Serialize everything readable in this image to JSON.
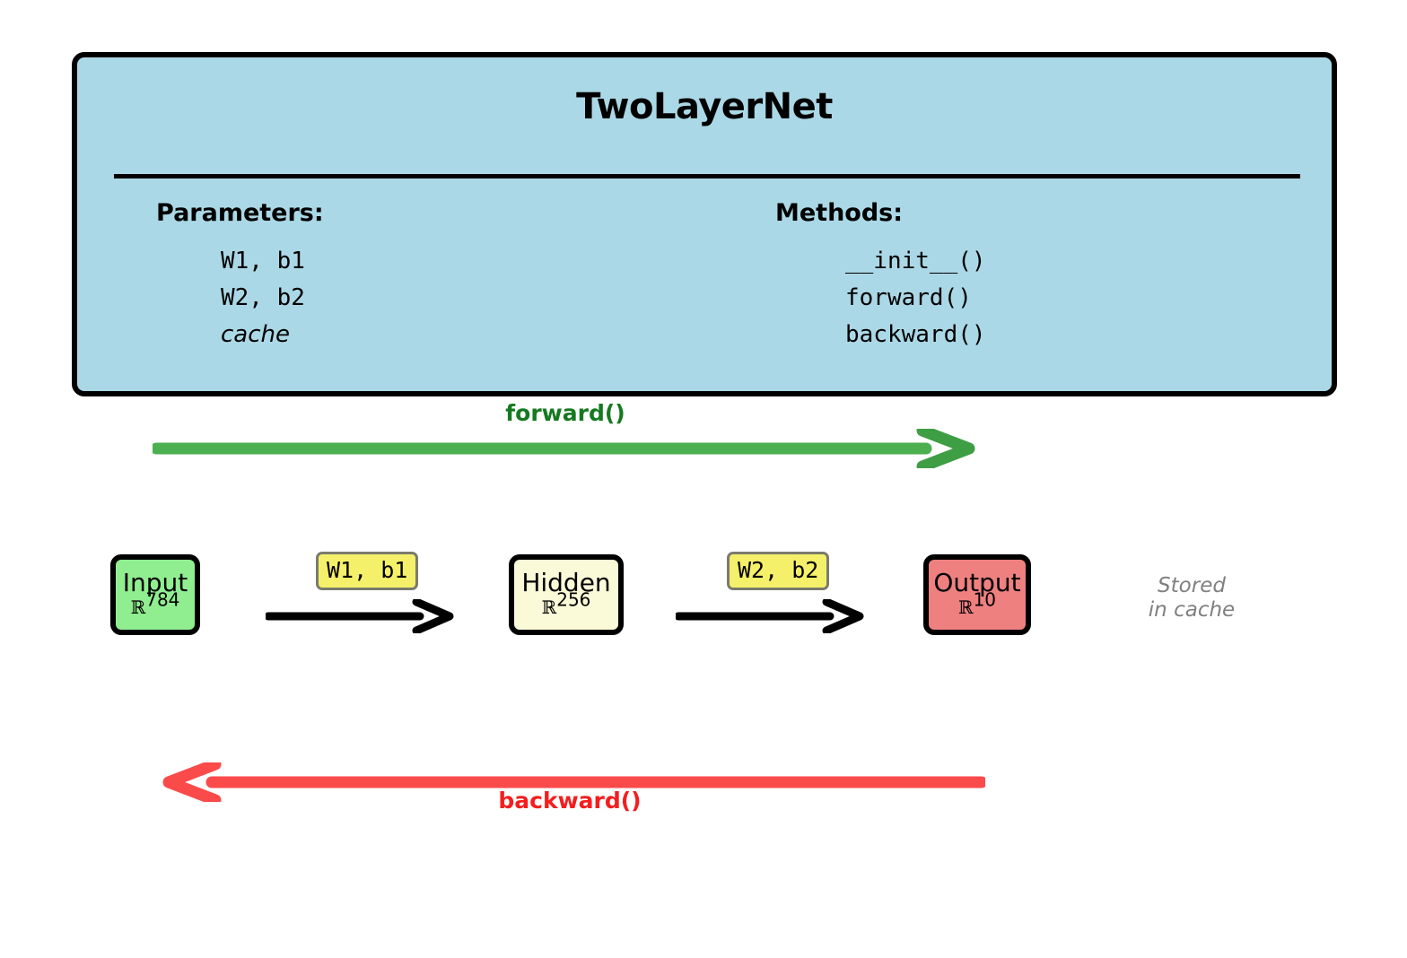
{
  "class_box": {
    "title": "TwoLayerNet",
    "parameters": {
      "heading": "Parameters:",
      "items": [
        {
          "text": "W1, b1",
          "style": "mono"
        },
        {
          "text": "W2, b2",
          "style": "mono"
        },
        {
          "text": "cache",
          "style": "italic"
        }
      ]
    },
    "methods": {
      "heading": "Methods:",
      "items": [
        {
          "text": "__init__()",
          "style": "mono"
        },
        {
          "text": "forward()",
          "style": "mono"
        },
        {
          "text": "backward()",
          "style": "mono"
        }
      ]
    }
  },
  "flow": {
    "forward_label": "forward()",
    "backward_label": "backward()",
    "forward_color": "#157A1F",
    "forward_arrow_color": "#4CAF50",
    "backward_color": "#F51D1D",
    "backward_arrow_color": "#FB4A4A"
  },
  "nodes": [
    {
      "name": "Input",
      "set": "ℝ",
      "dim": "784",
      "color": "#90EE90"
    },
    {
      "name": "Hidden",
      "set": "ℝ",
      "dim": "256",
      "color": "#FAFAD8"
    },
    {
      "name": "Output",
      "set": "ℝ",
      "dim": "10",
      "color": "#EE8080"
    }
  ],
  "weights": [
    {
      "label": "W1, b1"
    },
    {
      "label": "W2, b2"
    }
  ],
  "notes": {
    "cache_line1": "Stored",
    "cache_line2": "in cache"
  }
}
